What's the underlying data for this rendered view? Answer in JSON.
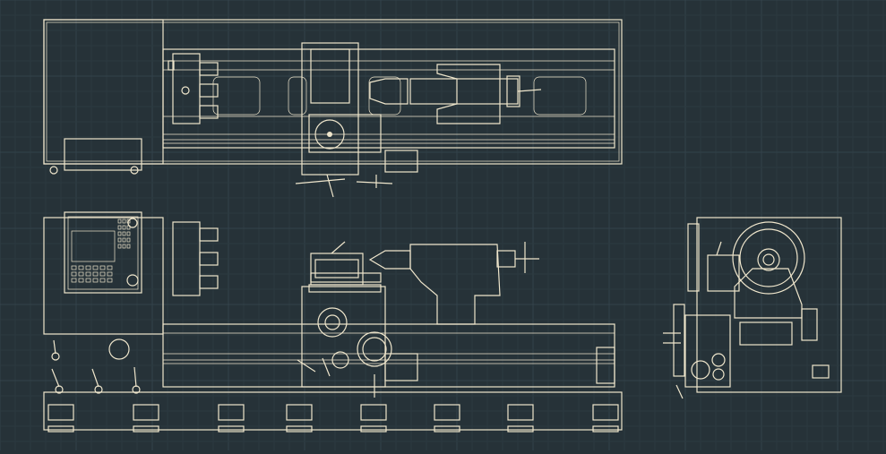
{
  "colors": {
    "background": "#263238",
    "grid_minor": "#2c3940",
    "grid_major": "#33424a",
    "linework": "#efe6cc"
  },
  "views": [
    "top-view",
    "front-view",
    "side-view"
  ]
}
